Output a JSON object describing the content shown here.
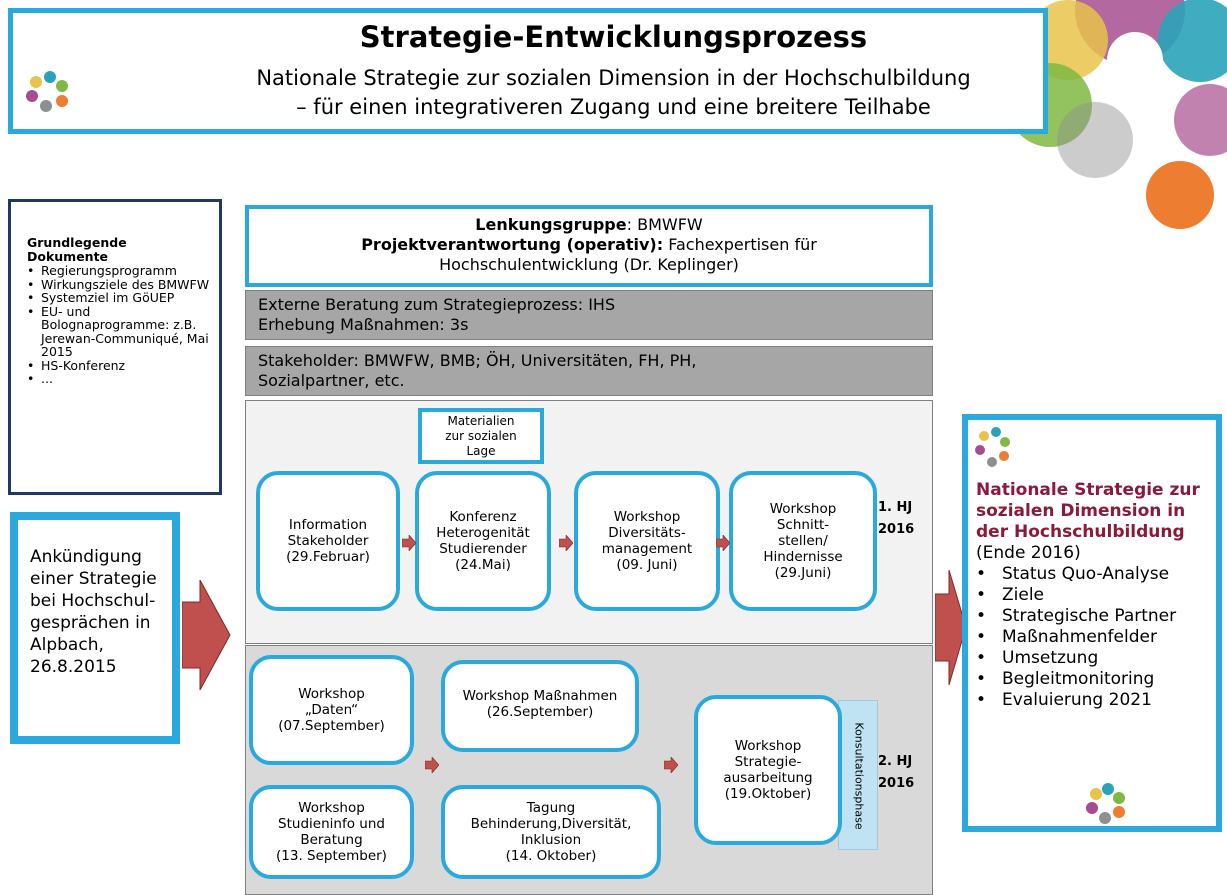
{
  "header": {
    "title": "Strategie-Entwicklungsprozess",
    "subtitle_line1": "Nationale Strategie zur sozialen Dimension in der Hochschulbildung",
    "subtitle_line2": "– für einen integrativeren Zugang und eine breitere Teilhabe"
  },
  "documents": {
    "title": "Grundlegende Dokumente",
    "items": [
      "Regierungsprogramm",
      "Wirkungsziele des BMWFW",
      "Systemziel im GöUEP",
      "EU- und Bolognaprogramme: z.B. Jerewan-Communiqué, Mai 2015",
      "HS-Konferenz",
      "..."
    ]
  },
  "announcement": "Ankündigung einer Strategie bei Hochschul-gesprächen in Alpbach, 26.8.2015",
  "governance": {
    "lenkung_label": "Lenkungsgruppe",
    "lenkung_value": ": BMWFW",
    "projekt_label": "Projektverantwortung (operativ):",
    "projekt_value": " Fachexpertisen für",
    "projekt_value2": "Hochschulentwicklung (Dr. Keplinger)"
  },
  "beratung": {
    "line1": "Externe Beratung zum Strategieprozess: IHS",
    "line2": "Erhebung Maßnahmen: 3s"
  },
  "stakeholder": {
    "line1": "Stakeholder: BMWFW, BMB; ÖH, Universitäten, FH, PH,",
    "line2": "Sozialpartner, etc."
  },
  "materialien": [
    "Materialien",
    "zur sozialen",
    "Lage"
  ],
  "phase1": {
    "label_line1": "1. HJ",
    "label_line2": "2016",
    "events": [
      {
        "lines": [
          "Information",
          "Stakeholder",
          "(29.Februar)"
        ]
      },
      {
        "lines": [
          "Konferenz",
          "Heterogenität",
          "Studierender",
          "(24.Mai)"
        ]
      },
      {
        "lines": [
          "Workshop",
          "Diversitäts-",
          "management",
          "(09. Juni)"
        ]
      },
      {
        "lines": [
          "Workshop",
          "Schnitt-",
          "stellen/",
          "Hindernisse",
          "(29.Juni)"
        ]
      }
    ]
  },
  "phase2": {
    "label_line1": "2. HJ",
    "label_line2": "2016",
    "events": [
      {
        "lines": [
          "Workshop",
          "„Daten“",
          "(07.September)"
        ]
      },
      {
        "lines": [
          "Workshop Maßnahmen",
          "(26.September)"
        ]
      },
      {
        "lines": [
          "Workshop",
          "Studieninfo und",
          "Beratung",
          "(13. September)"
        ]
      },
      {
        "lines": [
          "Tagung",
          "Behinderung,Diversität,",
          "Inklusion",
          "(14. Oktober)"
        ]
      },
      {
        "lines": [
          "Workshop",
          "Strategie-",
          "ausarbeitung",
          "(19.Oktober)"
        ]
      }
    ],
    "konsultation": "Konsultationsphase"
  },
  "result": {
    "title": "Nationale Strategie zur sozialen Dimension in der Hochschulbildung",
    "date": "(Ende 2016)",
    "items": [
      "Status Quo-Analyse",
      "Ziele",
      "Strategische Partner",
      "Maßnahmenfelder",
      "Umsetzung",
      "Begleitmonitoring",
      "Evaluierung 2021"
    ]
  },
  "colors": {
    "accent_blue": "#29a9dc",
    "arrow_red": "#c0504d",
    "title_red": "#8b1a3a",
    "grey_band": "#a6a6a6"
  }
}
